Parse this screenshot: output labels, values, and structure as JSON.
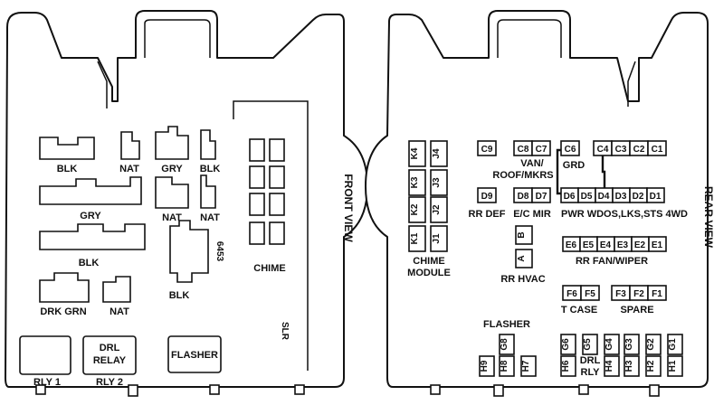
{
  "front": {
    "view_label": "FRONT VIEW",
    "labels": {
      "blk1": "BLK",
      "nat1": "NAT",
      "gry1": "GRY",
      "blk2": "BLK",
      "gry2": "GRY",
      "nat2": "NAT",
      "nat3": "NAT",
      "blk3": "BLK",
      "blk4": "BLK",
      "code": "6453",
      "chime": "CHIME",
      "drkgrn": "DRK GRN",
      "nat4": "NAT",
      "slr": "SLR",
      "drl_relay_line1": "DRL",
      "drl_relay_line2": "RELAY",
      "flasher": "FLASHER",
      "rly1": "RLY 1",
      "rly2": "RLY 2"
    }
  },
  "rear": {
    "view_label": "REAR VIEW",
    "chime_module": {
      "left_col": [
        "K4",
        "K3",
        "K2",
        "K1"
      ],
      "right_col": [
        "J4",
        "J3",
        "J2",
        "J1"
      ],
      "label_line1": "CHIME",
      "label_line2": "MODULE"
    },
    "c9": "C9",
    "c8c7": [
      "C8",
      "C7"
    ],
    "van_label_line1": "VAN/",
    "van_label_line2": "ROOF/MKRS",
    "c6": "C6",
    "grd": "GRD",
    "c4_c1": [
      "C4",
      "C3",
      "C2",
      "C1"
    ],
    "d9": "D9",
    "d8d7": [
      "D8",
      "D7"
    ],
    "d6_d1": [
      "D6",
      "D5",
      "D4",
      "D3",
      "D2",
      "D1"
    ],
    "rr_def": "RR DEF",
    "ec_mir": "E/C MIR",
    "pwr_label": "PWR WDOS,LKS,STS 4WD",
    "b": "B",
    "a": "A",
    "rr_hvac": "RR HVAC",
    "e6_e1": [
      "E6",
      "E5",
      "E4",
      "E3",
      "E2",
      "E1"
    ],
    "rr_fan": "RR FAN/WIPER",
    "f6f5": [
      "F6",
      "F5"
    ],
    "t_case": "T CASE",
    "f3_f1": [
      "F3",
      "F2",
      "F1"
    ],
    "spare": "SPARE",
    "flasher": "FLASHER",
    "g8": "G8",
    "g_top": [
      "G6",
      "G5",
      "G4",
      "G3",
      "G2",
      "G1"
    ],
    "h_left": [
      "H9",
      "H8",
      "H7"
    ],
    "h6": "H6",
    "drl_line1": "DRL",
    "drl_line2": "RLY",
    "h_right": [
      "H4",
      "H3",
      "H2",
      "H1"
    ]
  }
}
